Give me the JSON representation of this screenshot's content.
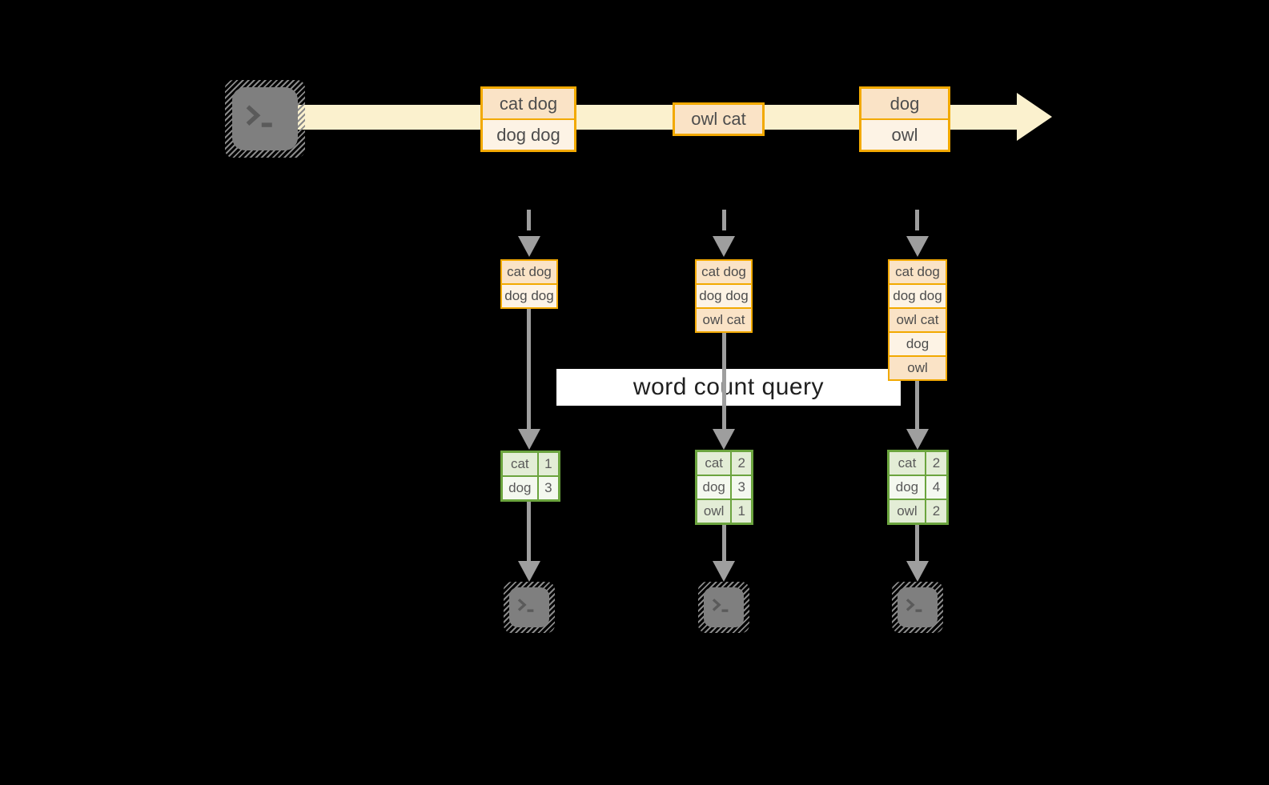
{
  "colors": {
    "background": "#000000",
    "stream_band": "#FBF1CE",
    "event_border": "#F2A900",
    "event_fill_dark": "#FAE3C6",
    "event_fill_light": "#FDF3E5",
    "event_text": "#4D4D4D",
    "table_border": "#6BA43E",
    "table_fill_dark": "#E3EDD6",
    "table_fill_light": "#F4F8EF",
    "table_text": "#5A5A5A",
    "arrow_gray": "#9E9E9E",
    "terminal_gray": "#7F7F7F",
    "terminal_glyph": "#5A5A5A",
    "query_bg": "#FFFFFF",
    "query_text": "#1F1F1F"
  },
  "stream": {
    "source_icon": "terminal",
    "events": [
      {
        "rows": [
          "cat dog",
          "dog dog"
        ]
      },
      {
        "rows": [
          "owl cat"
        ]
      },
      {
        "rows": [
          "dog",
          "owl"
        ]
      }
    ]
  },
  "query": {
    "label": "word count query"
  },
  "columns": [
    {
      "batch": [
        "cat dog",
        "dog dog"
      ],
      "counts": [
        [
          "cat",
          "1"
        ],
        [
          "dog",
          "3"
        ]
      ]
    },
    {
      "batch": [
        "cat dog",
        "dog dog",
        "owl cat"
      ],
      "counts": [
        [
          "cat",
          "2"
        ],
        [
          "dog",
          "3"
        ],
        [
          "owl",
          "1"
        ]
      ]
    },
    {
      "batch": [
        "cat dog",
        "dog dog",
        "owl cat",
        "dog",
        "owl"
      ],
      "counts": [
        [
          "cat",
          "2"
        ],
        [
          "dog",
          "4"
        ],
        [
          "owl",
          "2"
        ]
      ]
    }
  ]
}
